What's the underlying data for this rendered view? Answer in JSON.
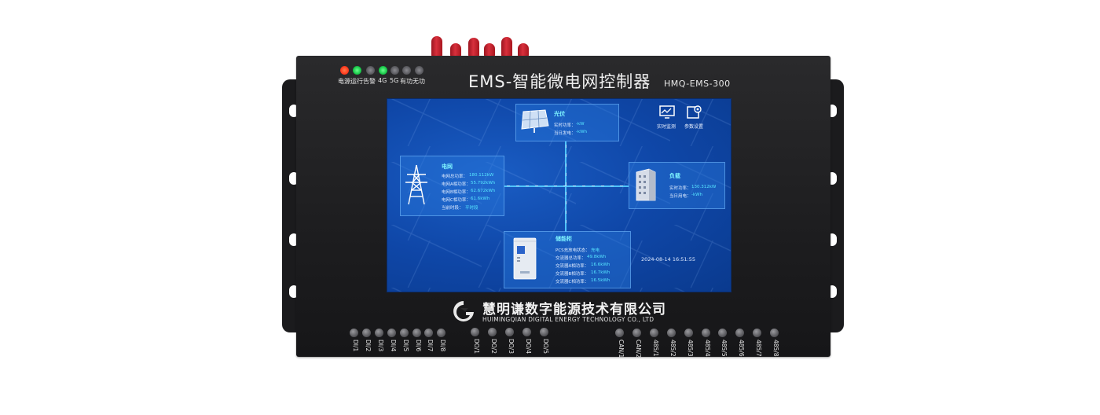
{
  "device": {
    "title": "EMS-智能微电网控制器",
    "model": "HMQ-EMS-300",
    "company_cn": "慧明谦数字能源技术有限公司",
    "company_en": "HUIMINGQIAN DIGITAL ENERGY TECHNOLOGY CO., LTD",
    "leds": [
      {
        "label": "电源",
        "color": "#ff3b1f"
      },
      {
        "label": "运行",
        "color": "#19c94a"
      },
      {
        "label": "告警",
        "color": "#5b5b60"
      },
      {
        "label": "4G",
        "color": "#19c94a"
      },
      {
        "label": "5G",
        "color": "#5b5b60"
      },
      {
        "label": "有功",
        "color": "#5b5b60"
      },
      {
        "label": "无功",
        "color": "#5b5b60"
      }
    ],
    "ports_di": [
      "DI/1",
      "DI/2",
      "DI/3",
      "DI/4",
      "DI/5",
      "DI/6",
      "DI/7",
      "DI/8"
    ],
    "ports_do": [
      "DO/1",
      "DO/2",
      "DO/3",
      "DO/4",
      "DO/5"
    ],
    "ports_bus": [
      "CAN/1",
      "CAN/2",
      "485/1",
      "485/2",
      "485/3",
      "485/4",
      "485/5",
      "485/6",
      "485/7",
      "485/8"
    ]
  },
  "screen": {
    "pv": {
      "title": "光伏",
      "power_label": "实时功率：",
      "power_value": "-kW",
      "gen_label": "当日发电：",
      "gen_value": "-kWh"
    },
    "grid": {
      "title": "电网",
      "rows": [
        {
          "label": "电网总功率：",
          "value": "180.112kW"
        },
        {
          "label": "电网A相功率：",
          "value": "55.792kWh"
        },
        {
          "label": "电网B相功率：",
          "value": "62.672kWh"
        },
        {
          "label": "电网C相功率：",
          "value": "61.6kWh"
        },
        {
          "label": "当前时段：",
          "value": "平时段"
        }
      ]
    },
    "load": {
      "title": "负载",
      "power_label": "实时功率：",
      "power_value": "130.312kW",
      "use_label": "当日用电：",
      "use_value": "-kWh"
    },
    "storage": {
      "title": "储能柜",
      "rows": [
        {
          "label": "PCS充放电状态：",
          "value": "充电"
        },
        {
          "label": "交流器总功率：",
          "value": "49.8kWh"
        },
        {
          "label": "交流器A相功率：",
          "value": "16.6kWh"
        },
        {
          "label": "交流器B相功率：",
          "value": "16.7kWh"
        },
        {
          "label": "交流器C相功率：",
          "value": "16.5kWh"
        }
      ]
    },
    "buttons": {
      "monitor": "实时监测",
      "settings": "参数设置"
    },
    "timestamp": "2024-08-14   16:51:55"
  },
  "colors": {
    "accent": "#7ef3ff",
    "value": "#57e6ff",
    "antenna": "#c41e2a"
  }
}
